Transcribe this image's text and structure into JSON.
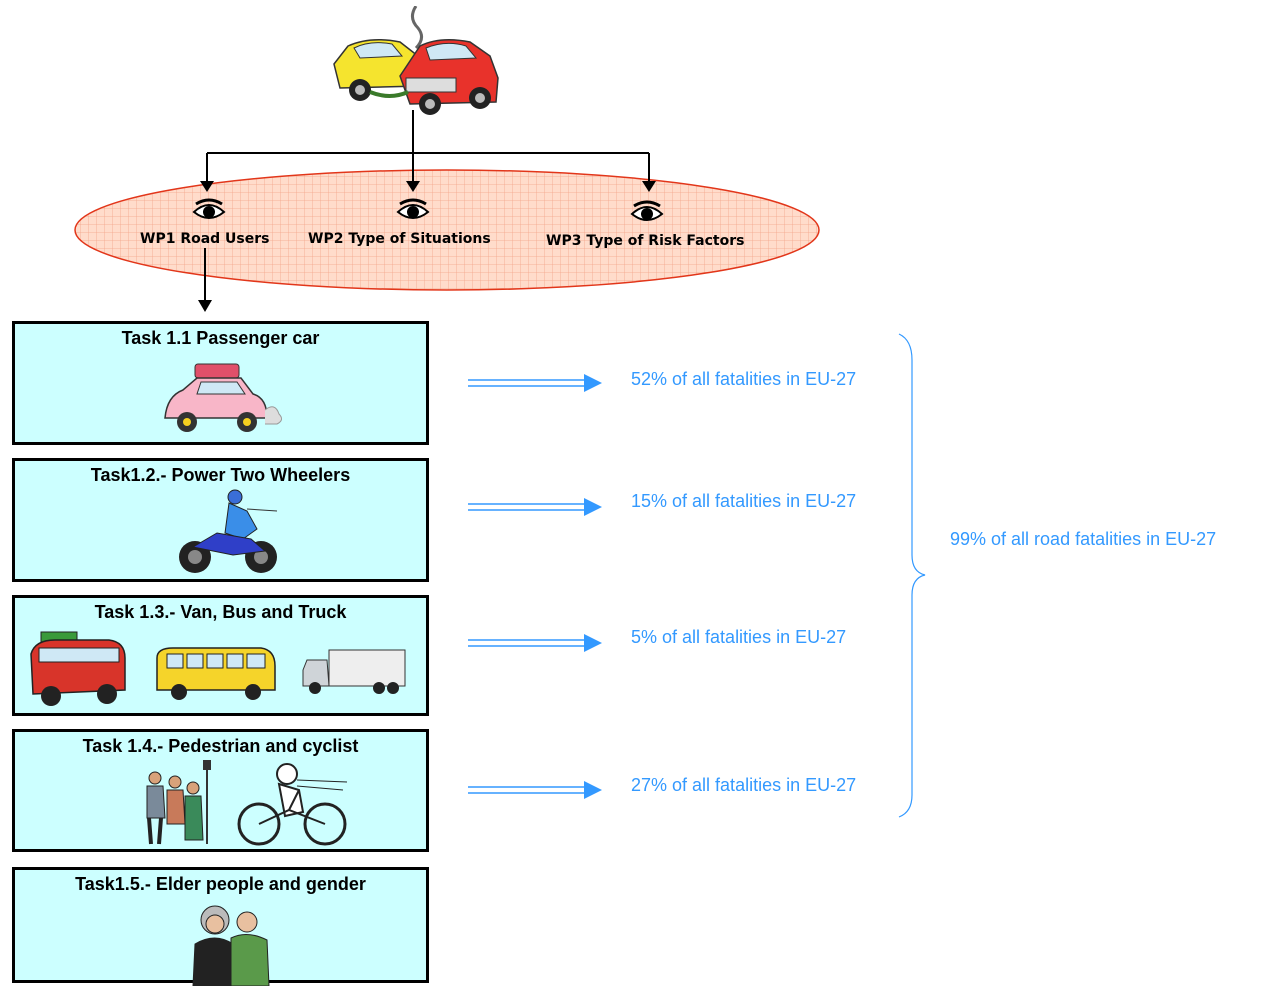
{
  "colors": {
    "ellipse_fill": "#ffdccb",
    "ellipse_stroke": "#e2361a",
    "box_fill": "#ccffff",
    "stat_text": "#3399ff",
    "arrow_blue": "#3399ff"
  },
  "icons": {
    "top": "car-crash-icon",
    "wp": "eye-icon",
    "task1": "passenger-car-icon",
    "task2": "motorcyclist-icon",
    "task3a": "van-icon",
    "task3b": "bus-icon",
    "task3c": "truck-icon",
    "task4a": "pedestrians-icon",
    "task4b": "cyclist-icon",
    "task5": "elderly-couple-icon"
  },
  "work_packages": [
    {
      "label": "WP1 Road Users"
    },
    {
      "label": "WP2 Type of Situations"
    },
    {
      "label": "WP3 Type of Risk Factors"
    }
  ],
  "tasks": [
    {
      "title": "Task 1.1 Passenger car",
      "stat": "52% of all fatalities in EU-27"
    },
    {
      "title": "Task1.2.- Power Two Wheelers",
      "stat": "15% of all fatalities in EU-27"
    },
    {
      "title": "Task 1.3.- Van, Bus and Truck",
      "stat": "5% of all fatalities in EU-27"
    },
    {
      "title": "Task 1.4.- Pedestrian and cyclist",
      "stat": "27% of all fatalities in EU-27"
    },
    {
      "title": "Task1.5.- Elder people and gender"
    }
  ],
  "total": "99% of all road fatalities in EU-27"
}
